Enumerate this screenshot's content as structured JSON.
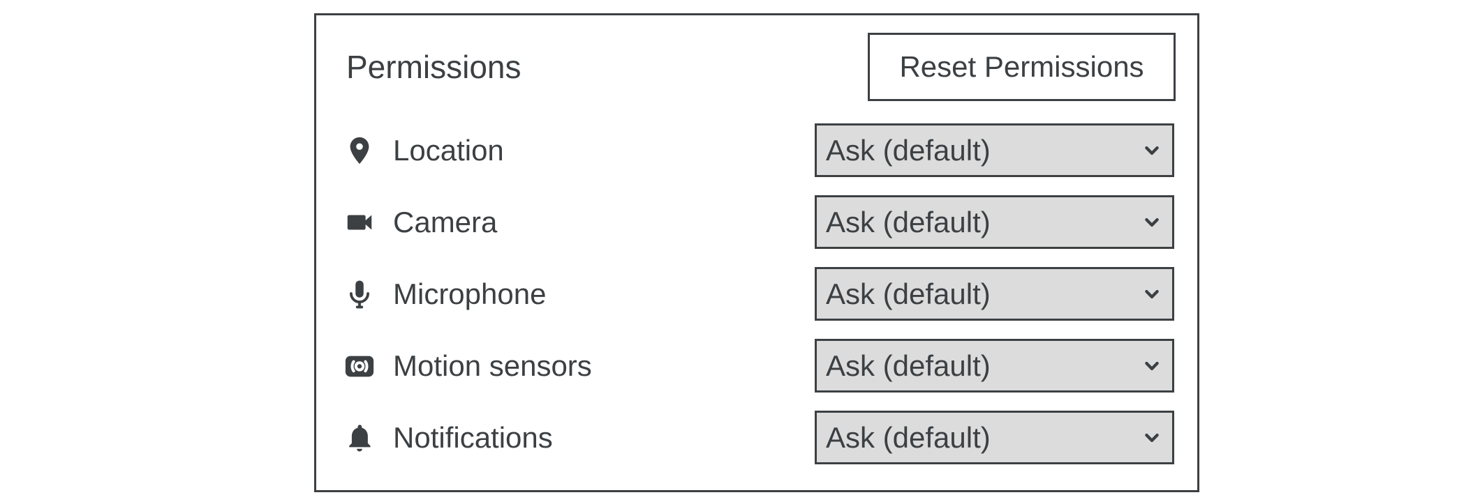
{
  "panel": {
    "title": "Permissions",
    "reset_button_label": "Reset Permissions",
    "rows": [
      {
        "icon": "location-pin-icon",
        "label": "Location",
        "value": "Ask (default)"
      },
      {
        "icon": "camera-icon",
        "label": "Camera",
        "value": "Ask (default)"
      },
      {
        "icon": "microphone-icon",
        "label": "Microphone",
        "value": "Ask (default)"
      },
      {
        "icon": "motion-sensors-icon",
        "label": "Motion sensors",
        "value": "Ask (default)"
      },
      {
        "icon": "bell-icon",
        "label": "Notifications",
        "value": "Ask (default)"
      }
    ],
    "colors": {
      "text": "#3c4043",
      "border": "#3c4043",
      "select_background": "#dcdcdc",
      "panel_background": "#ffffff"
    }
  }
}
